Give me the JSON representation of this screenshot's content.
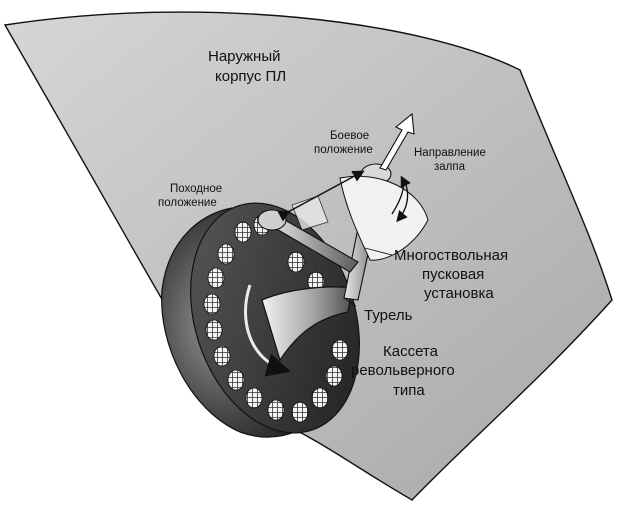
{
  "labels": {
    "hull": [
      "Наружный",
      "корпус ПЛ"
    ],
    "combat": [
      "Боевое",
      "положение"
    ],
    "salvo": [
      "Направление",
      "залпа"
    ],
    "march": [
      "Походное",
      "положение"
    ],
    "launcher": [
      "Многоствольная",
      "пусковая",
      "установка"
    ],
    "turret": [
      "Турель"
    ],
    "cassette": [
      "Кассета",
      "револьверного",
      "типа"
    ]
  },
  "colors": {
    "hull": "#bdbdbd",
    "outline": "#111111",
    "cassette_dark": "#2b2b2b",
    "cassette_mid": "#6a6a6a",
    "text": "#111111"
  }
}
